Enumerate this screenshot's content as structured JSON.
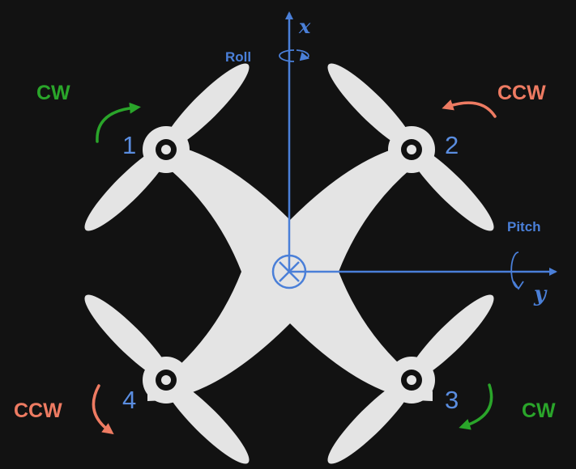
{
  "axes": {
    "x": {
      "letter": "x",
      "rotation": "Roll"
    },
    "y": {
      "letter": "y",
      "rotation": "Pitch"
    }
  },
  "motors": [
    {
      "number": "1",
      "direction": "CW"
    },
    {
      "number": "2",
      "direction": "CCW"
    },
    {
      "number": "3",
      "direction": "CW"
    },
    {
      "number": "4",
      "direction": "CCW"
    }
  ],
  "colors": {
    "background": "#121212",
    "body": "#e4e4e4",
    "axis": "#4a7fd8",
    "cw": "#2aa52a",
    "ccw": "#ee7b62",
    "motor_number": "#5a8de0"
  }
}
